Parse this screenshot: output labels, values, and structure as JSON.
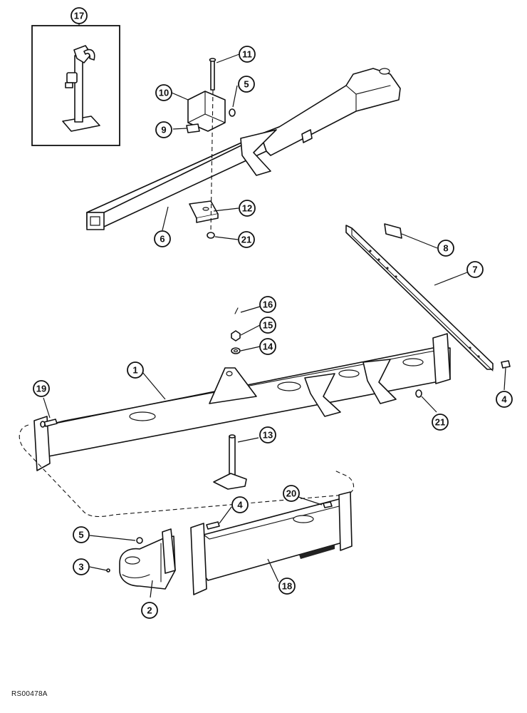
{
  "figure_code": "RS00478A",
  "callouts": [
    {
      "id": "c17",
      "label": "17"
    },
    {
      "id": "c11",
      "label": "11"
    },
    {
      "id": "c10",
      "label": "10"
    },
    {
      "id": "c5a",
      "label": "5"
    },
    {
      "id": "c9",
      "label": "9"
    },
    {
      "id": "c12",
      "label": "12"
    },
    {
      "id": "c6",
      "label": "6"
    },
    {
      "id": "c21a",
      "label": "21"
    },
    {
      "id": "c8",
      "label": "8"
    },
    {
      "id": "c7",
      "label": "7"
    },
    {
      "id": "c16",
      "label": "16"
    },
    {
      "id": "c15",
      "label": "15"
    },
    {
      "id": "c14",
      "label": "14"
    },
    {
      "id": "c1",
      "label": "1"
    },
    {
      "id": "c19",
      "label": "19"
    },
    {
      "id": "c4a",
      "label": "4"
    },
    {
      "id": "c21b",
      "label": "21"
    },
    {
      "id": "c13",
      "label": "13"
    },
    {
      "id": "c20",
      "label": "20"
    },
    {
      "id": "c4b",
      "label": "4"
    },
    {
      "id": "c5b",
      "label": "5"
    },
    {
      "id": "c3",
      "label": "3"
    },
    {
      "id": "c18",
      "label": "18"
    },
    {
      "id": "c2",
      "label": "2"
    }
  ]
}
